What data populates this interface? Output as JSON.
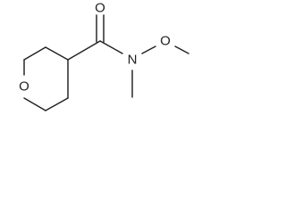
{
  "structure": {
    "atoms": {
      "ring_oxygen": "O",
      "carbonyl_oxygen": "O",
      "amide_nitrogen": "N",
      "methoxy_oxygen": "O"
    }
  }
}
